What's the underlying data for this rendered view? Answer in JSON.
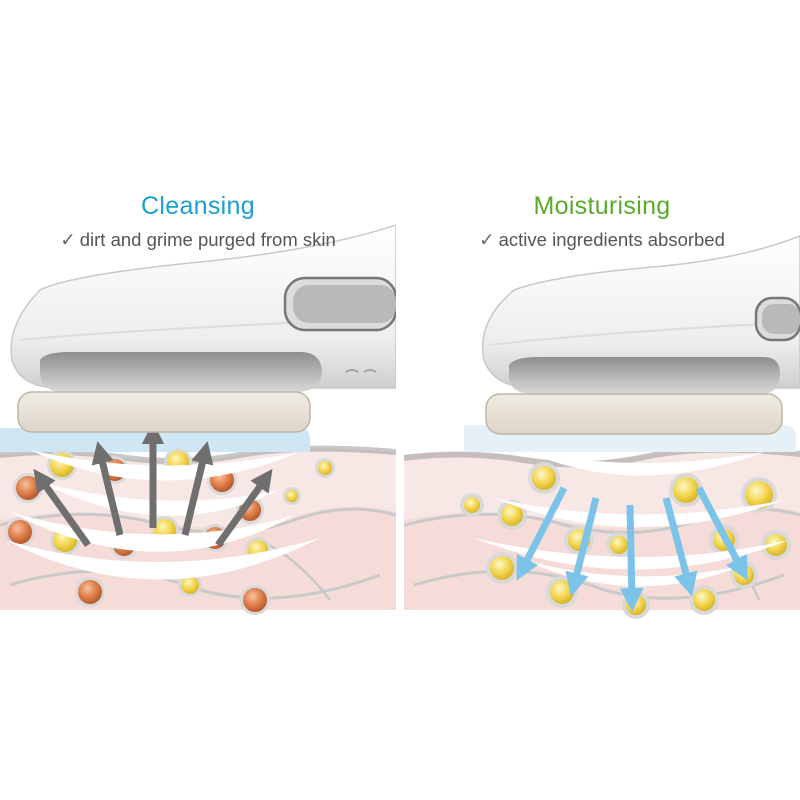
{
  "panels": [
    {
      "title": "Cleansing",
      "subtitle": "dirt and grime purged from skin",
      "check_icon": "✓",
      "title_color": "#1a9fd0",
      "arrow_color": "#6f6f6f",
      "particle_color": "#d9733f"
    },
    {
      "title": "Moisturising",
      "subtitle": "active ingredients absorbed",
      "check_icon": "✓",
      "title_color": "#5aaa2c",
      "arrow_color": "#7cc3ea",
      "particle_color": "#f1d23a"
    }
  ]
}
